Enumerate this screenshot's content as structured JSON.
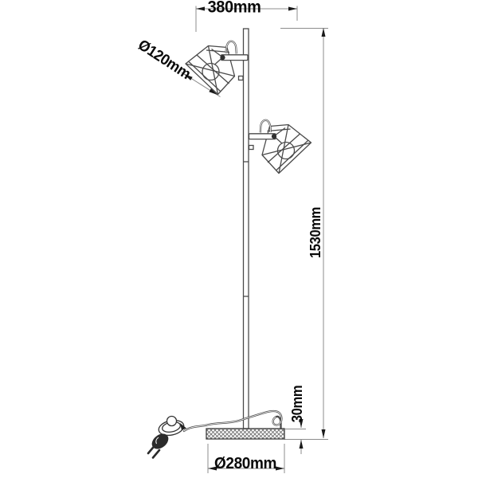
{
  "figure": {
    "subject": "two-head floor lamp technical dimension drawing",
    "head_count": 2
  },
  "dimensions": {
    "head_span": {
      "label": "380mm"
    },
    "shade_diameterracket": {
      "label": ""
    },
    "shade_diameter": {
      "label": "Ø120mm"
    },
    "total_height": {
      "label": "1530mm"
    },
    "base_height": {
      "label": "30mm"
    },
    "base_diameter": {
      "label": "Ø280mm"
    }
  },
  "colors": {
    "background": "#ffffff",
    "fixture_line": "#4a4a4a",
    "dimension_line": "#8c8c8c",
    "text": "#0a0a0a"
  }
}
